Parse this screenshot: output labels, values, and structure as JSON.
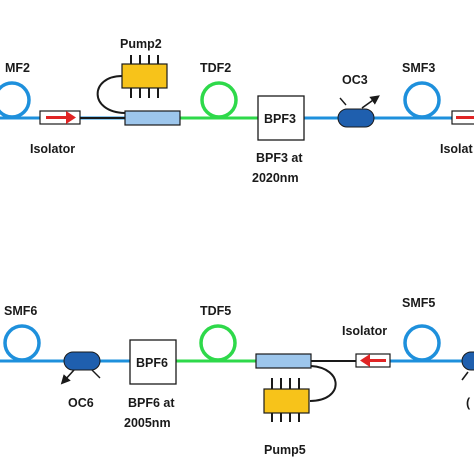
{
  "colors": {
    "fiber_blue": "#1e90dc",
    "fiber_green": "#2ed94a",
    "coil_blue": "#1e90dc",
    "coil_green": "#2ed94a",
    "wdm_fill": "#9dc6ec",
    "coupler_fill": "#1f5fae",
    "pump_fill": "#f7c31a",
    "isolator_arrow": "#e02424",
    "black_line": "#1a1a1a"
  },
  "top_row": {
    "smf_left_label": "MF2",
    "pump_label": "Pump2",
    "tdf_label": "TDF2",
    "isolator_label": "Isolator",
    "bpf_box_label": "BPF3",
    "bpf_caption_line1": "BPF3 at",
    "bpf_caption_line2": "2020nm",
    "oc_label": "OC3",
    "smf_right_label": "SMF3",
    "isolator_right_label": "Isolat"
  },
  "bottom_row": {
    "smf_left_label": "SMF6",
    "oc_label": "OC6",
    "bpf_box_label": "BPF6",
    "bpf_caption_line1": "BPF6 at",
    "bpf_caption_line2": "2005nm",
    "tdf_label": "TDF5",
    "pump_label": "Pump5",
    "isolator_label": "Isolator",
    "smf_right_label": "SMF5",
    "oc_right_label_fragment": "("
  }
}
